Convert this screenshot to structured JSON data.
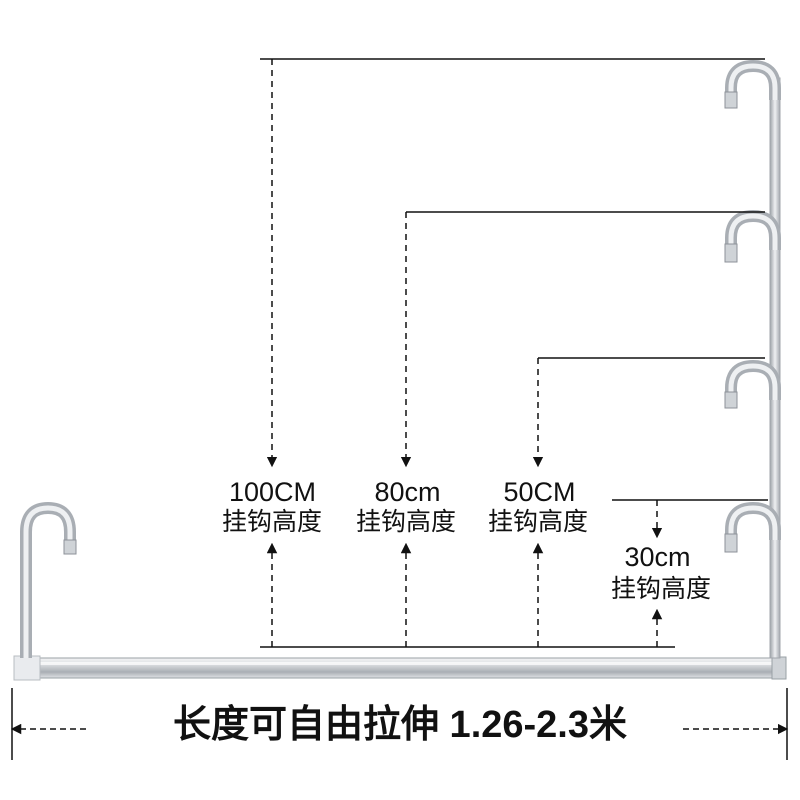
{
  "hooks": [
    {
      "size": "100CM",
      "caption": "挂钩高度"
    },
    {
      "size": "80cm",
      "caption": "挂钩高度"
    },
    {
      "size": "50CM",
      "caption": "挂钩高度"
    },
    {
      "size": "30cm",
      "caption": "挂钩高度"
    }
  ],
  "length_label": "长度可自由拉伸  1.26-2.3米",
  "colors": {
    "metal_light": "#e8eaec",
    "metal_mid": "#b9bdc2",
    "metal_dark": "#8d9298",
    "line": "#111111"
  }
}
